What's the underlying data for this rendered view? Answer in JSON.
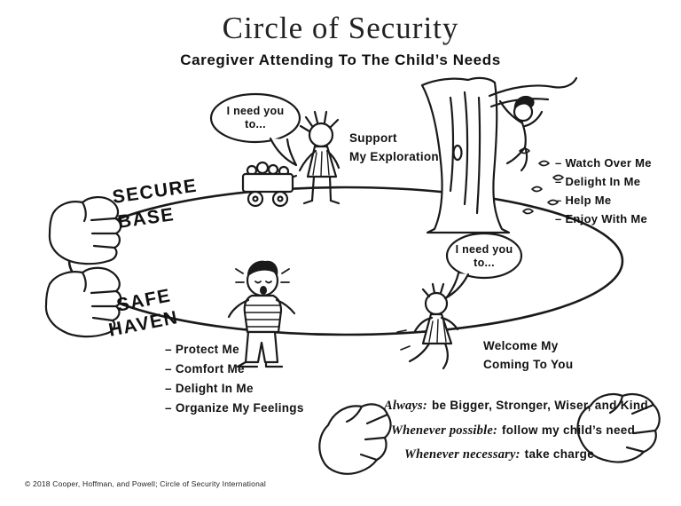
{
  "header": {
    "title": "Circle of Security",
    "subtitle": "Caregiver Attending To The Child’s Needs"
  },
  "circle_labels": {
    "secure": "SECURE",
    "base": "BASE",
    "safe": "SAFE",
    "haven": "HAVEN"
  },
  "top_path": {
    "speech_bubble": "I need you to...",
    "label": [
      "Support",
      "My Exploration"
    ],
    "needs": [
      "– Watch Over Me",
      "– Delight In Me",
      "– Help Me",
      "– Enjoy With Me"
    ]
  },
  "bottom_path": {
    "speech_bubble": "I need you to...",
    "label": [
      "Welcome My",
      "Coming To You"
    ],
    "needs": [
      "– Protect Me",
      "– Comfort Me",
      "– Delight In Me",
      "– Organize My Feelings"
    ]
  },
  "hands_principles": [
    {
      "prefix": "Always:",
      "text": "be Bigger, Stronger, Wiser, and Kind"
    },
    {
      "prefix": "Whenever possible:",
      "text": "follow my child’s need"
    },
    {
      "prefix": "Whenever necessary:",
      "text": "take charge"
    }
  ],
  "footer": {
    "copyright": "© 2018 Cooper, Hoffman, and Powell; Circle of Security International"
  }
}
